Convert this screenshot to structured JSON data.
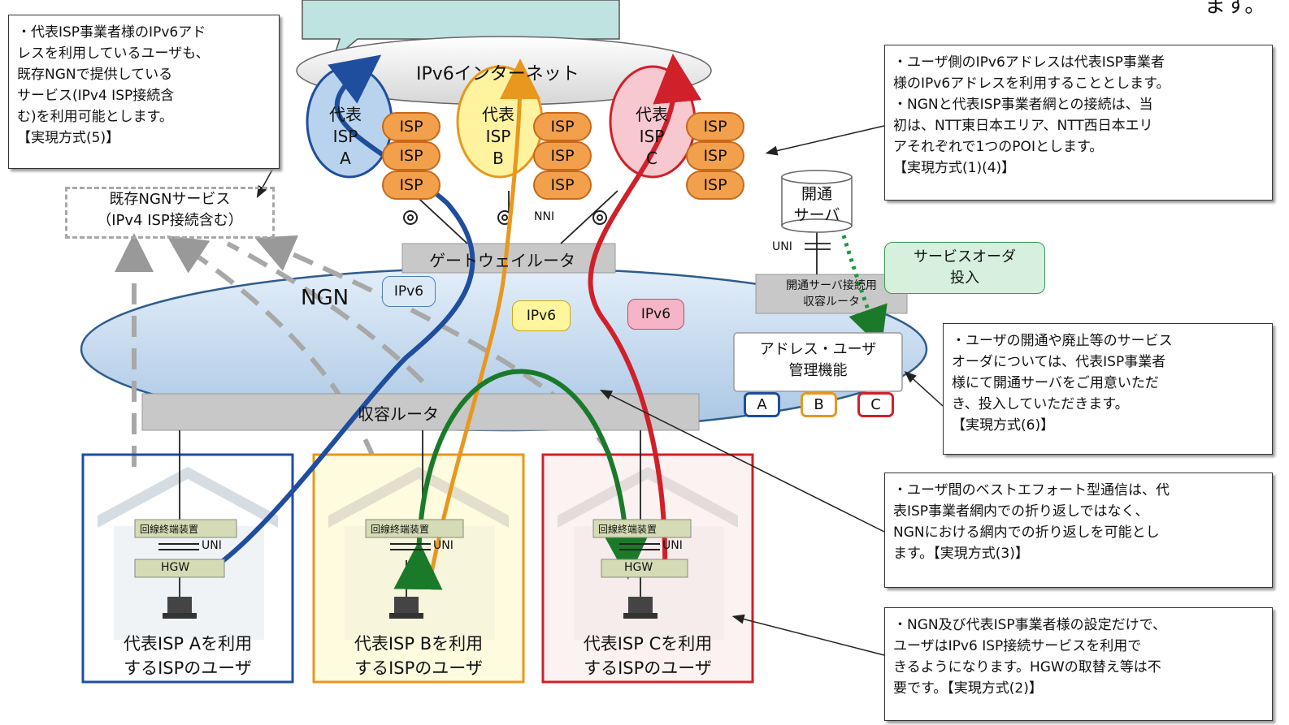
{
  "diagram": {
    "internet": "IPv6インターネット",
    "ngn": "NGN",
    "gateway_router": "ゲートウェイルータ",
    "access_router": "収容ルータ",
    "nni": "NNI",
    "uni": "UNI",
    "existing_ngn_service": "既存NGNサービス\n（IPv4 ISP接続含む）",
    "activation_server": "開通\nサーバ",
    "server_router": "開通サーバ接続用\n収容ルータ",
    "address_mgmt": "アドレス・ユーザ\n管理機能",
    "service_order": "サービスオーダ\n投入",
    "ipv6_tag": "IPv6",
    "onu": "回線終端装置",
    "hgw": "HGW",
    "isp": "ISP",
    "representative_isps": [
      {
        "label": "代表\nISP\nA",
        "color": "#1f4e9e",
        "fill": "#b9d3ee"
      },
      {
        "label": "代表\nISP\nB",
        "color": "#e8971f",
        "fill": "#fff3a0"
      },
      {
        "label": "代表\nISP\nC",
        "color": "#d0202a",
        "fill": "#f7c8cf"
      }
    ],
    "pools": [
      "A",
      "B",
      "C"
    ],
    "houses": [
      {
        "caption": "代表ISP Aを利用\nするISPのユーザ",
        "color": "#1f4e9e"
      },
      {
        "caption": "代表ISP Bを利用\nするISPのユーザ",
        "color": "#e8971f"
      },
      {
        "caption": "代表ISP Cを利用\nするISPのユーザ",
        "color": "#d0202a"
      }
    ]
  },
  "notes": {
    "top_left": "・代表ISP事業者様のIPv6アド\nレスを利用しているユーザも、\n既存NGNで提供している\nサービス(IPv4 ISP接続含\nむ)を利用可能とします。\n【実現方式(5)】",
    "top_right": "・ユーザ側のIPv6アドレスは代表ISP事業者\n様のIPv6アドレスを利用することとします。\n・NGNと代表ISP事業者網との接続は、当\n初は、NTT東日本エリア、NTT西日本エリ\nアそれぞれで1つのPOIとします。\n【実現方式(1)(4)】",
    "mid_right": "・ユーザの開通や廃止等のサービス\nオーダについては、代表ISP事業者\n様にて開通サーバをご用意いただ\nき、投入していただきます。\n【実現方式(6)】",
    "lower_right": "・ユーザ間のベストエフォート型通信は、代\n表ISP事業者網内での折り返しではなく、\nNGNにおける網内での折り返しを可能とし\nます。【実現方式(3)】",
    "bottom_right": "・NGN及び代表ISP事業者様の設定だけで、\nユーザはIPv6 ISP接続サービスを利用で\nきるようになります。HGWの取替え等は不\n要です。【実現方式(2)】"
  },
  "corner_text": "ます。",
  "colors": {
    "blue": "#1f4e9e",
    "orange": "#e8971f",
    "red": "#d0202a",
    "green": "#1b7a2a",
    "teal_callout": "#bfe3e0"
  }
}
